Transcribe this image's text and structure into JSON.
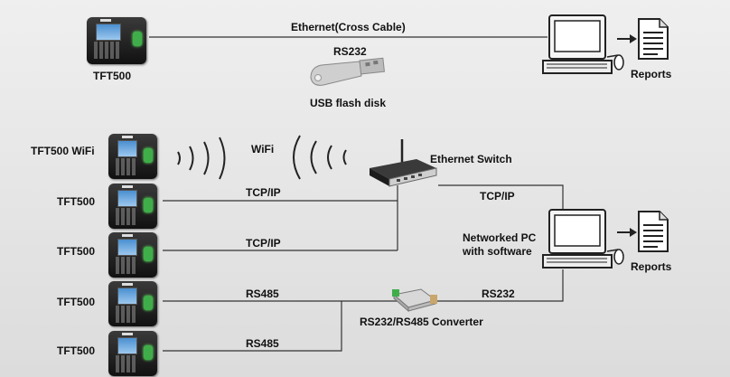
{
  "top": {
    "device_label": "TFT500",
    "ethernet_label": "Ethernet(Cross Cable)",
    "rs232_label": "RS232",
    "usb_label": "USB flash disk",
    "reports_label": "Reports"
  },
  "network": {
    "devices": [
      {
        "label": "TFT500 WiFi",
        "link": "WiFi"
      },
      {
        "label": "TFT500",
        "link": "TCP/IP"
      },
      {
        "label": "TFT500",
        "link": "TCP/IP"
      },
      {
        "label": "TFT500",
        "link": "RS485"
      },
      {
        "label": "TFT500",
        "link": "RS485"
      }
    ],
    "switch_label": "Ethernet Switch",
    "switch_link": "TCP/IP",
    "pc_label_line1": "Networked PC",
    "pc_label_line2": "with software",
    "converter_label": "RS232/RS485 Converter",
    "converter_link": "RS232",
    "reports_label": "Reports"
  },
  "colors": {
    "wire": "#333333",
    "fingerprint": "#3fae4a",
    "screen": "#6aa8e0"
  }
}
